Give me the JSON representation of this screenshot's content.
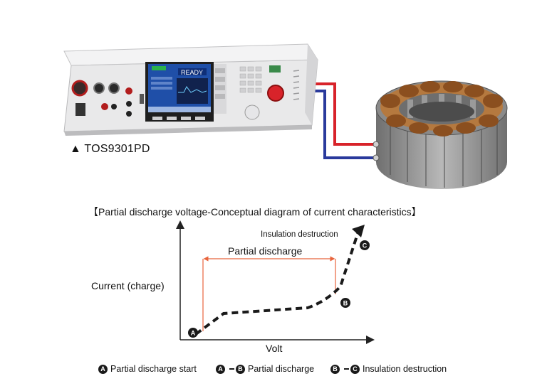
{
  "device": {
    "label": "▲ TOS9301PD",
    "screen_text": "READY"
  },
  "diagram": {
    "title": "【Partial discharge voltage-Conceptual diagram of current characteristics】",
    "y_label": "Current (charge)",
    "x_label": "Volt",
    "span_label": "Partial discharge",
    "destruction_label": "Insulation destruction",
    "points": {
      "a": "A",
      "b": "B",
      "c": "C"
    }
  },
  "legend": [
    {
      "from": "A",
      "to": "",
      "text": "Partial discharge start"
    },
    {
      "from": "A",
      "to": "B",
      "text": "Partial discharge"
    },
    {
      "from": "B",
      "to": "C",
      "text": "Insulation destruction"
    }
  ],
  "colors": {
    "accent_line": "#e8643c",
    "cable_red": "#d8232a",
    "cable_blue": "#2a3a9c",
    "screen": "#1f4fa8"
  }
}
